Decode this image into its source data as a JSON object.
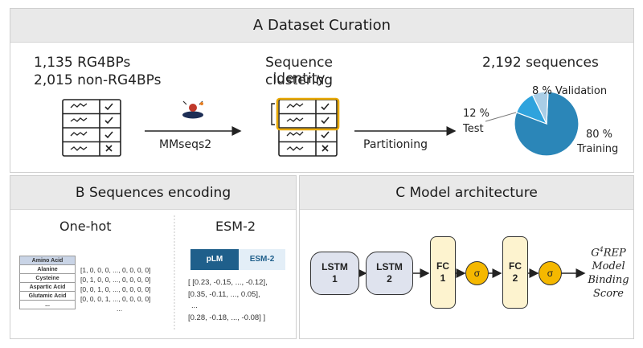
{
  "panels": {
    "dataset": {
      "title": "A  Dataset Curation"
    },
    "encoding": {
      "title": "B  Sequences encoding"
    },
    "model": {
      "title": "C  Model architecture"
    }
  },
  "dataset": {
    "rg4bps": "1,135 RG4BPs",
    "non_rg4bps": "2,015 non-RG4BPs",
    "clustering_label_1": "Sequence identity",
    "clustering_label_2": "clustering",
    "mmseqs_label": "MMseqs2",
    "partition_label": "Partitioning",
    "total_label": "2,192 sequences",
    "validation_label": "8 % Validation",
    "test_pct": "12 %",
    "test_label": "Test",
    "training_pct": "80 %",
    "training_label": "Training"
  },
  "split_chart": {
    "type": "pie",
    "labels": [
      "Training",
      "Test",
      "Validation"
    ],
    "values": [
      80,
      12,
      8
    ],
    "colors": [
      "#2b86b8",
      "#2fa3dd",
      "#a9cde6"
    ]
  },
  "encoding": {
    "onehot_title": "One-hot",
    "esm_title": "ESM-2",
    "table_header": "Amino Acid",
    "table_rows": [
      "Alanine",
      "Cysteine",
      "Aspartic Acid",
      "Glutamic Acid",
      "..."
    ],
    "onehot_vectors": [
      "[1, 0, 0, 0, ..., 0, 0, 0, 0]",
      "[0, 1, 0, 0, ..., 0, 0, 0, 0]",
      "[0, 0, 1, 0, ..., 0, 0, 0, 0]",
      "[0, 0, 0, 1, ..., 0, 0, 0, 0]",
      "..."
    ],
    "plm_label": "pLM",
    "esm2_label": "ESM-2",
    "embeddings": [
      "[ [0.23, -0.15, ..., -0.12],",
      "[0.35, -0.11, ..., 0.05],",
      "...",
      "[0.28, -0.18, ..., -0.08] ]"
    ]
  },
  "model": {
    "lstm1_a": "LSTM",
    "lstm1_b": "1",
    "lstm2_a": "LSTM",
    "lstm2_b": "2",
    "fc1_a": "FC",
    "fc1_b": "1",
    "fc2_a": "FC",
    "fc2_b": "2",
    "sigma": "σ",
    "output_g": "G",
    "output_sup": "4",
    "output_rep": "REP",
    "output_line2": "Model",
    "output_line3": "Binding",
    "output_line4": "Score"
  },
  "colors": {
    "header_bg": "#e9e9e9",
    "highlight": "#e8a800",
    "plm_bg": "#1f5f8b",
    "esm_bg": "#e3eef7",
    "sigma": "#f5b800"
  }
}
